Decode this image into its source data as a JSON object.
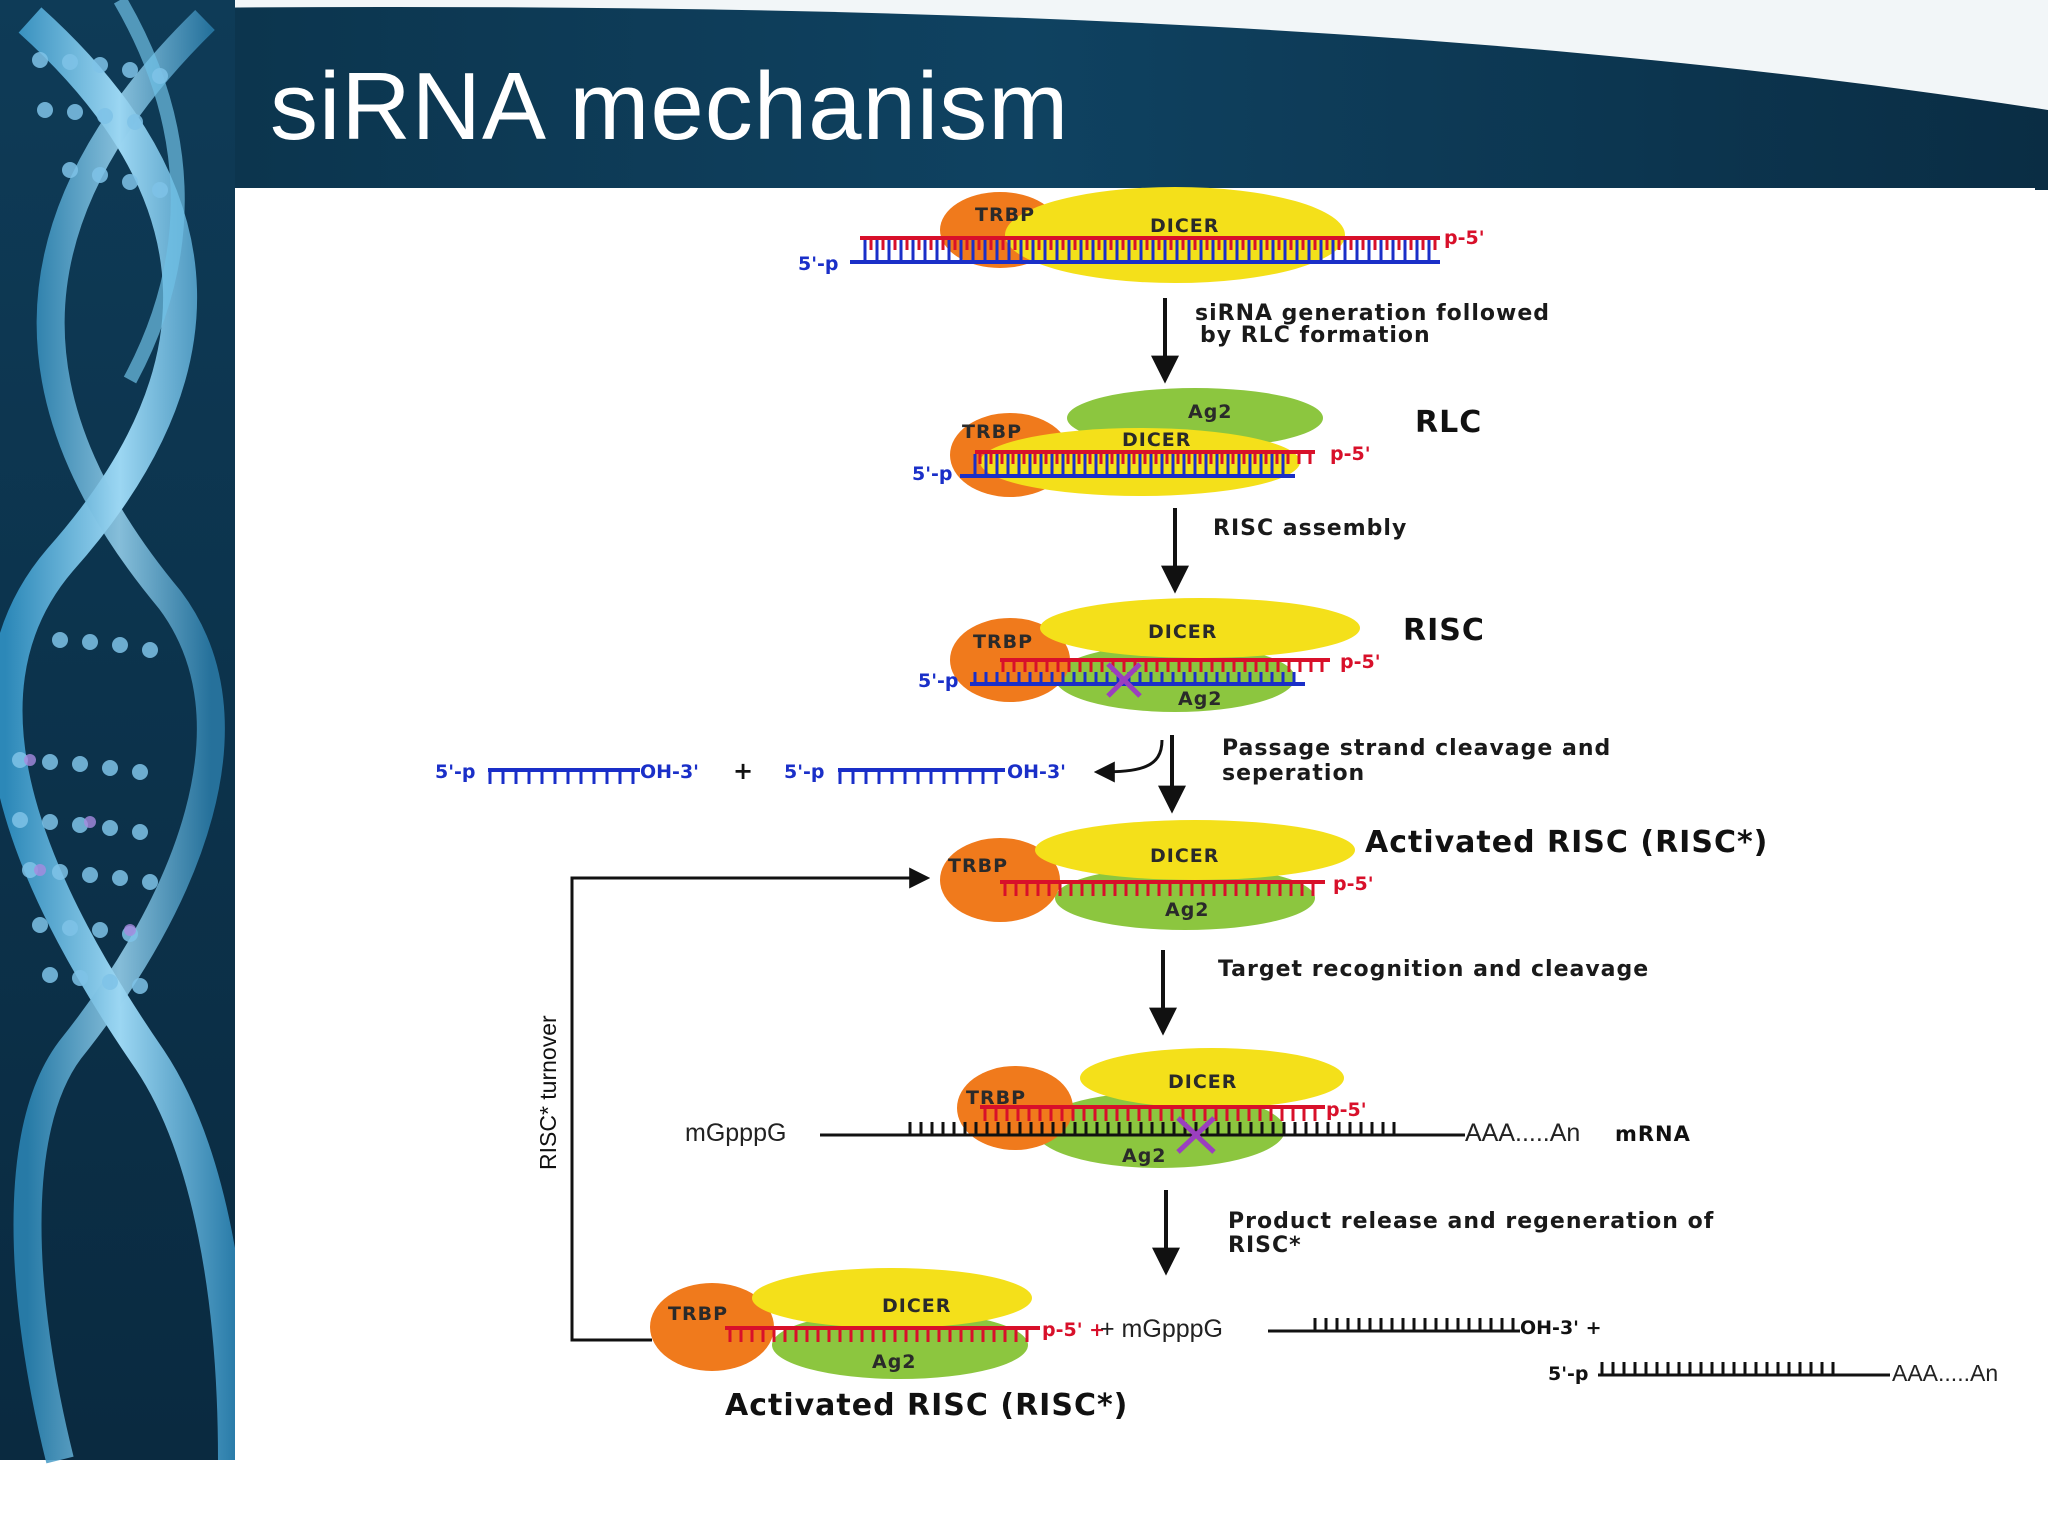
{
  "slide": {
    "title": "siRNA mechanism"
  },
  "colors": {
    "header": "#0d3a55",
    "dicer": "#f4e01a",
    "trbp": "#f07a1c",
    "ago": "#8cc63f",
    "guide_strand": "#d8102a",
    "passenger_strand": "#1a2fc8",
    "cleavage": "#9b3fbf"
  },
  "proteins": {
    "trbp": "TRBP",
    "dicer": "DICER",
    "ago": "Ag2"
  },
  "strand_ends": {
    "p5": "p-5'",
    "p5_left": "5'-p",
    "oh3": "OH-3'",
    "p5_plus": "p-5' +",
    "oh3_plus": "OH-3'  +"
  },
  "steps": {
    "s1_line1": "siRNA generation followed",
    "s1_line2": "by RLC formation",
    "s2": "RISC assembly",
    "s3_line1": "Passage strand cleavage and",
    "s3_line2": "seperation",
    "s4": "Target recognition  and cleavage",
    "s5_line1": "Product release and regeneration of",
    "s5_line2": "RISC*"
  },
  "complexes": {
    "rlc": "RLC",
    "risc": "RISC",
    "activated": "Activated RISC (RISC*)"
  },
  "fragments": {
    "plus": "+"
  },
  "mrna": {
    "cap": "mGpppG",
    "tail": "AAA.....An",
    "label": "mRNA",
    "cap_product": "+ mGpppG"
  },
  "loop": {
    "label": "RISC* turnover"
  }
}
